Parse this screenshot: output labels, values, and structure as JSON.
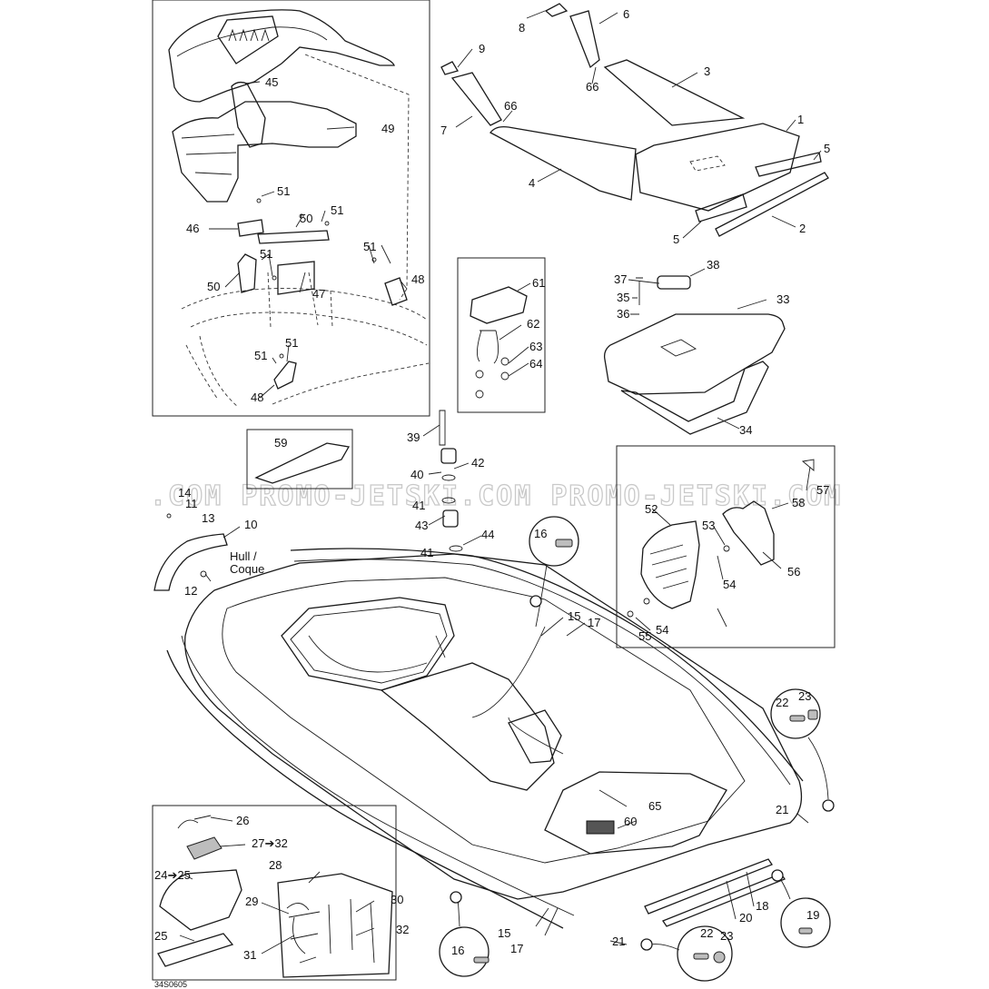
{
  "code": "34S0605",
  "watermark": ".COM   PROMO-JETSKI.COM   PROMO-JETSKI.COM",
  "hull_label": "Hull /\nCoque",
  "hull_label_lines": [
    "Hull /",
    "Coque"
  ],
  "callouts": [
    {
      "id": "c45",
      "text": "45"
    },
    {
      "id": "c49",
      "text": "49"
    },
    {
      "id": "c51a",
      "text": "51"
    },
    {
      "id": "c46",
      "text": "46"
    },
    {
      "id": "c50a",
      "text": "50"
    },
    {
      "id": "c51b",
      "text": "51"
    },
    {
      "id": "c51c",
      "text": "51"
    },
    {
      "id": "c51d",
      "text": "51"
    },
    {
      "id": "c48a",
      "text": "48"
    },
    {
      "id": "c50b",
      "text": "50"
    },
    {
      "id": "c47",
      "text": "47"
    },
    {
      "id": "c51e",
      "text": "51"
    },
    {
      "id": "c51f",
      "text": "51"
    },
    {
      "id": "c48b",
      "text": "48"
    },
    {
      "id": "c9",
      "text": "9"
    },
    {
      "id": "c8",
      "text": "8"
    },
    {
      "id": "c6",
      "text": "6"
    },
    {
      "id": "c3",
      "text": "3"
    },
    {
      "id": "c66a",
      "text": "66"
    },
    {
      "id": "c66b",
      "text": "66"
    },
    {
      "id": "c7",
      "text": "7"
    },
    {
      "id": "c1",
      "text": "1"
    },
    {
      "id": "c5a",
      "text": "5"
    },
    {
      "id": "c4",
      "text": "4"
    },
    {
      "id": "c2",
      "text": "2"
    },
    {
      "id": "c5b",
      "text": "5"
    },
    {
      "id": "c61",
      "text": "61"
    },
    {
      "id": "c62",
      "text": "62"
    },
    {
      "id": "c63",
      "text": "63"
    },
    {
      "id": "c64",
      "text": "64"
    },
    {
      "id": "c37",
      "text": "37"
    },
    {
      "id": "c38",
      "text": "38"
    },
    {
      "id": "c35",
      "text": "35"
    },
    {
      "id": "c33",
      "text": "33"
    },
    {
      "id": "c36",
      "text": "36"
    },
    {
      "id": "c34",
      "text": "34"
    },
    {
      "id": "c59",
      "text": "59"
    },
    {
      "id": "c39",
      "text": "39"
    },
    {
      "id": "c42",
      "text": "42"
    },
    {
      "id": "c40",
      "text": "40"
    },
    {
      "id": "c41a",
      "text": "41"
    },
    {
      "id": "c43",
      "text": "43"
    },
    {
      "id": "c44",
      "text": "44"
    },
    {
      "id": "c41b",
      "text": "41"
    },
    {
      "id": "c14",
      "text": "14"
    },
    {
      "id": "c11",
      "text": "11"
    },
    {
      "id": "c13",
      "text": "13"
    },
    {
      "id": "c10",
      "text": "10"
    },
    {
      "id": "c12",
      "text": "12"
    },
    {
      "id": "c16a",
      "text": "16"
    },
    {
      "id": "c57",
      "text": "57"
    },
    {
      "id": "c58",
      "text": "58"
    },
    {
      "id": "c52",
      "text": "52"
    },
    {
      "id": "c53",
      "text": "53"
    },
    {
      "id": "c54a",
      "text": "54"
    },
    {
      "id": "c56",
      "text": "56"
    },
    {
      "id": "c55",
      "text": "55"
    },
    {
      "id": "c54b",
      "text": "54"
    },
    {
      "id": "c15a",
      "text": "15"
    },
    {
      "id": "c17a",
      "text": "17"
    },
    {
      "id": "c22a",
      "text": "22"
    },
    {
      "id": "c23a",
      "text": "23"
    },
    {
      "id": "c65",
      "text": "65"
    },
    {
      "id": "c60",
      "text": "60"
    },
    {
      "id": "c21a",
      "text": "21"
    },
    {
      "id": "c26",
      "text": "26"
    },
    {
      "id": "c27",
      "text": "27➔32"
    },
    {
      "id": "c28",
      "text": "28"
    },
    {
      "id": "c24",
      "text": "24➔25"
    },
    {
      "id": "c29",
      "text": "29"
    },
    {
      "id": "c30",
      "text": "30"
    },
    {
      "id": "c25",
      "text": "25"
    },
    {
      "id": "c32",
      "text": "32"
    },
    {
      "id": "c31",
      "text": "31"
    },
    {
      "id": "c16b",
      "text": "16"
    },
    {
      "id": "c15b",
      "text": "15"
    },
    {
      "id": "c17b",
      "text": "17"
    },
    {
      "id": "c21b",
      "text": "21"
    },
    {
      "id": "c22b",
      "text": "22"
    },
    {
      "id": "c23b",
      "text": "23"
    },
    {
      "id": "c18",
      "text": "18"
    },
    {
      "id": "c20",
      "text": "20"
    },
    {
      "id": "c19",
      "text": "19"
    }
  ]
}
